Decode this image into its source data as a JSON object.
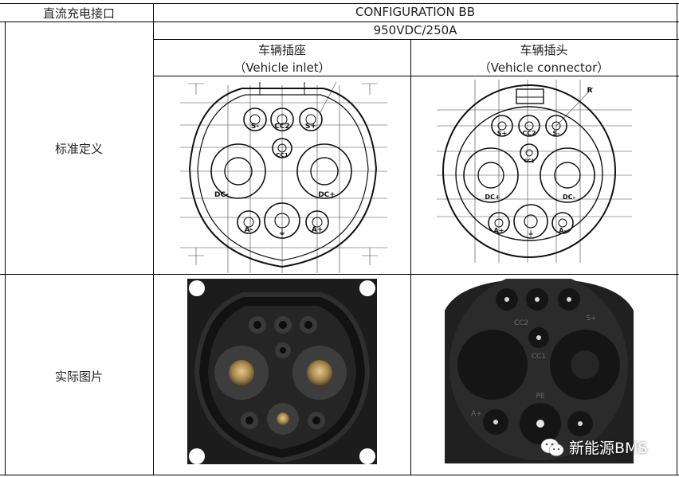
{
  "header": {
    "row_label": "直流充电接口",
    "config": "CONFIGURATION BB",
    "rating": "950VDC/250A"
  },
  "columns": {
    "inlet_cn": "车辆插座",
    "inlet_en": "（Vehicle inlet）",
    "connector_cn": "车辆插头",
    "connector_en": "（Vehicle connector）"
  },
  "rows": {
    "standard": "标准定义",
    "photo": "实际图片"
  },
  "inlet_diagram": {
    "pins": [
      "S-",
      "CC2",
      "S+",
      "CC1",
      "DC-",
      "DC+",
      "A-",
      "A+",
      "⏚"
    ]
  },
  "connector_diagram": {
    "radius_mark": "R",
    "pins": [
      "S+",
      "CC2",
      "S-",
      "CC1",
      "DC+",
      "DC-",
      "A+",
      "A-",
      "⏚"
    ]
  },
  "photo_labels": {
    "connector": [
      "CC2",
      "S+",
      "CC1",
      "PE",
      "A+"
    ]
  },
  "watermark": {
    "text": "新能源BMS"
  },
  "colors": {
    "border": "#000000",
    "photo_dark": "#1a1a1a",
    "pin_gold": "#a8894f"
  }
}
